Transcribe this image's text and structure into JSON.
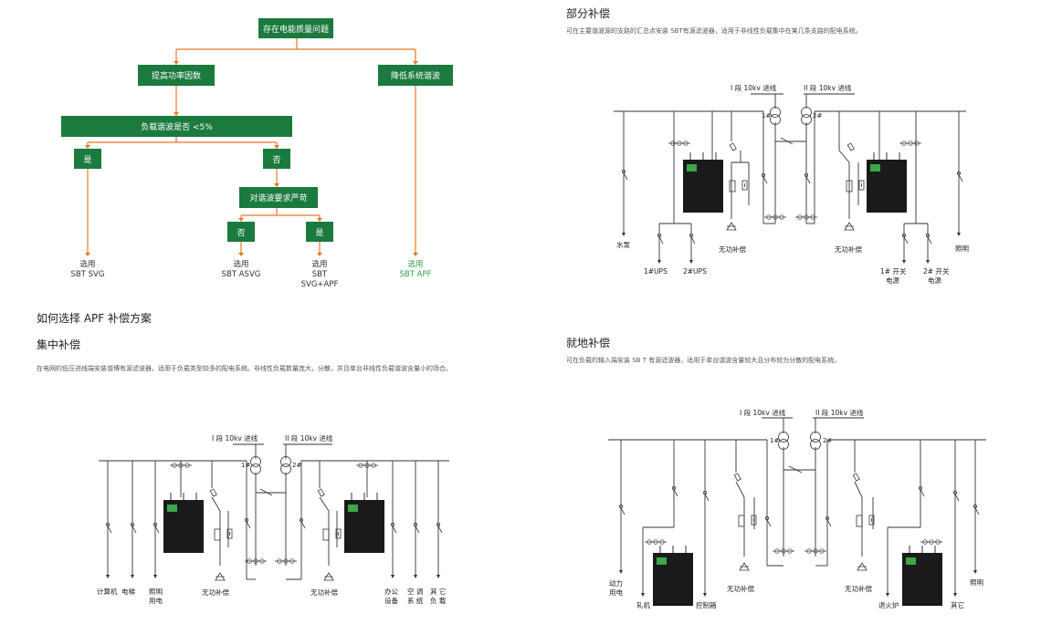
{
  "flowchart": {
    "root": "存在电能质量问题",
    "left_branch": "提高功率因数",
    "right_branch": "降低系统谐波",
    "decision": "负载谐波是否 <5%",
    "yes1": "是",
    "no1": "否",
    "decision2": "对谐波要求严苛",
    "no2": "否",
    "yes2": "是",
    "out_svg": "选用\nSBT SVG",
    "out_asvg": "选用\nSBT ASVG",
    "out_svg_apf": "选用\nSBT\nSVG+APF",
    "out_apf": "选用\nSBT APF"
  },
  "section_main": {
    "title": "如何选择 APF 补偿方案"
  },
  "centralized": {
    "title": "集中补偿",
    "desc": "在电网的低压进线端安装谐博有源滤波器，适用于负载类型较多的配电系统。非线性负载数量庞大，分散，并且单台非线性负载谐波含量小的场合。",
    "labels": {
      "line1": "I 段 10kv 进线",
      "line2": "II 段 10kv 进线",
      "t1": "1#",
      "t2": "2#",
      "computer": "计算机",
      "elevator": "电梯",
      "lighting1": "照明",
      "lighting2": "用电",
      "reactive1": "无功补偿",
      "reactive2": "无功补偿",
      "office1": "办公",
      "office2": "设备",
      "ac": "空 调",
      "ac2": "系 统",
      "other": "其 它",
      "other2": "负 载"
    }
  },
  "partial": {
    "title": "部分补偿",
    "desc": "可在主要谐波源的支路的汇总点安装 SBT有源滤波器，适用于非线性负载集中在某几条支路的配电系统。",
    "labels": {
      "line1": "I 段 10kv 进线",
      "line2": "II 段 10kv 进线",
      "t1": "1#",
      "t2": "2#",
      "pump": "水泵",
      "ups1": "1#UPS",
      "ups2": "2#UPS",
      "reactive1": "无功补偿",
      "reactive2": "无功补偿",
      "sw1a": "1# 开关",
      "sw1b": "电源",
      "sw2a": "2# 开关",
      "sw2b": "电源",
      "lighting": "照明"
    }
  },
  "local": {
    "title": "就地补偿",
    "desc": "可在负载的输入端安装 SB T 有源滤波器，适用于单台谐波含量较大且分布较为分散的配电系统。",
    "labels": {
      "line1": "I 段 10kv 进线",
      "line2": "II 段 10kv 进线",
      "t1": "1#",
      "t2": "2#",
      "power1": "动力",
      "power2": "用电",
      "mill": "轧机",
      "control": "控制箱",
      "reactive1": "无功补偿",
      "reactive2": "无功补偿",
      "furnace": "退火炉",
      "other": "其它",
      "lighting": "照明"
    }
  },
  "colors": {
    "green": "#1b7a3e",
    "orange": "#e8782c",
    "apf_green": "#2e9e4a"
  }
}
